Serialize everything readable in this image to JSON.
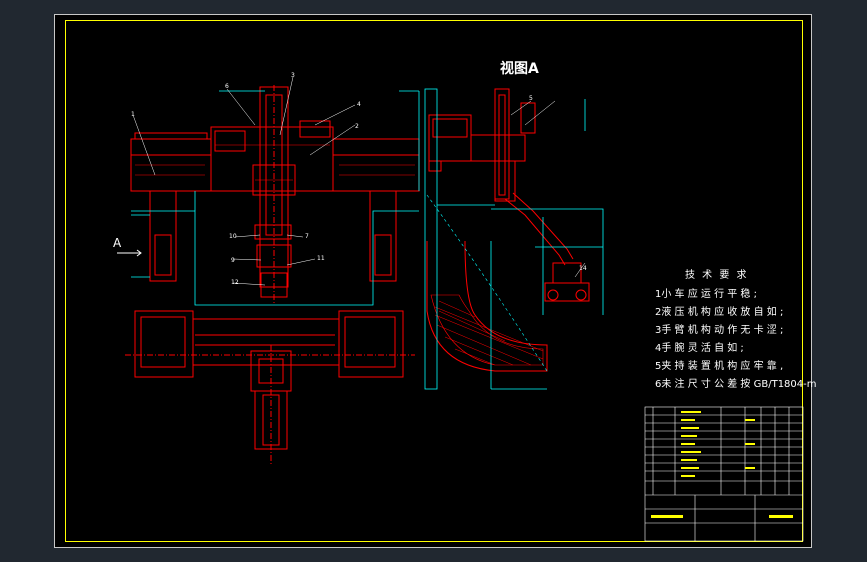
{
  "view_title": "视图A",
  "view_marker": "A",
  "tech_requirements": {
    "title": "技 术 要 求",
    "items": [
      "1小 车 应 运 行 平 稳 ;",
      "2液 压 机 构 应 收 放 自 如 ;",
      "3手 臂 机 构 动 作 无 卡 涩 ;",
      "4手 腕 灵 活 自 如 ;",
      "5夹 持 装 置 机 构 应 牢 靠 ,",
      "6未 注 尺 寸 公 差 按 GB/T1804-m"
    ]
  },
  "part_numbers": [
    "1",
    "2",
    "3",
    "4",
    "5",
    "6",
    "7",
    "9",
    "10",
    "11",
    "12",
    "14"
  ],
  "colors": {
    "background": "#000000",
    "frame": "#ffff00",
    "drawing": "#ff0000",
    "dimension": "#00ffff",
    "text": "#ffffff",
    "hatch": "#ff0000",
    "table": "#ffffff"
  }
}
